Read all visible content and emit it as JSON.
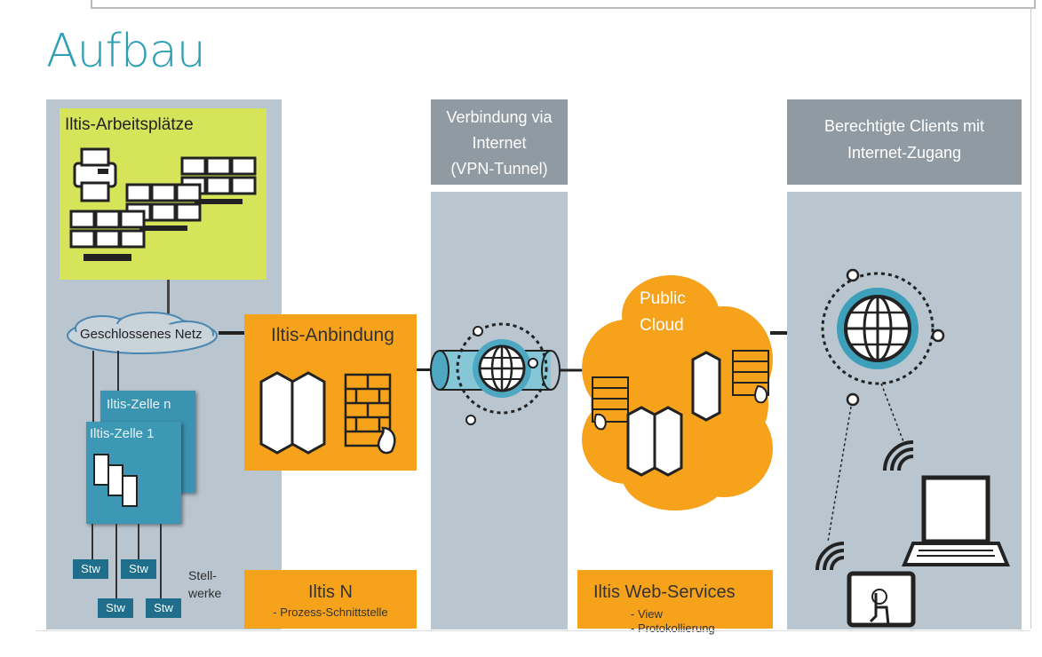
{
  "title": "Aufbau",
  "sections": {
    "workstations": "Iltis-Arbeitsplätze",
    "network": "Geschlossenes Netz",
    "cell_n": "Iltis-Zelle n",
    "cell_1": "Iltis-Zelle 1",
    "stw_labels": [
      "Stw",
      "Stw",
      "Stw",
      "Stw"
    ],
    "stellwerke_line1": "Stell-",
    "stellwerke_line2": "werke",
    "anbindung": "Iltis-Anbindung",
    "iltis_n_title": "Iltis N",
    "iltis_n_sub": "- Prozess-Schnittstelle",
    "vpn_line1": "Verbindung via",
    "vpn_line2": "Internet",
    "vpn_line3": "(VPN-Tunnel)",
    "cloud_line1": "Public",
    "cloud_line2": "Cloud",
    "web_services_title": "Iltis Web-Services",
    "web_services_item1": "- View",
    "web_services_item2": "- Protokollierung",
    "clients_line1": "Berechtigte Clients mit",
    "clients_line2": "Internet-Zugang"
  },
  "colors": {
    "title": "#2f9fb6",
    "panel_gray": "#b9c6cf",
    "header_gray": "#8f9aa2",
    "orange": "#f7a21b",
    "green": "#d6e45a",
    "cell_blue": "#3a93b0",
    "stw_blue": "#1f6e8c"
  }
}
